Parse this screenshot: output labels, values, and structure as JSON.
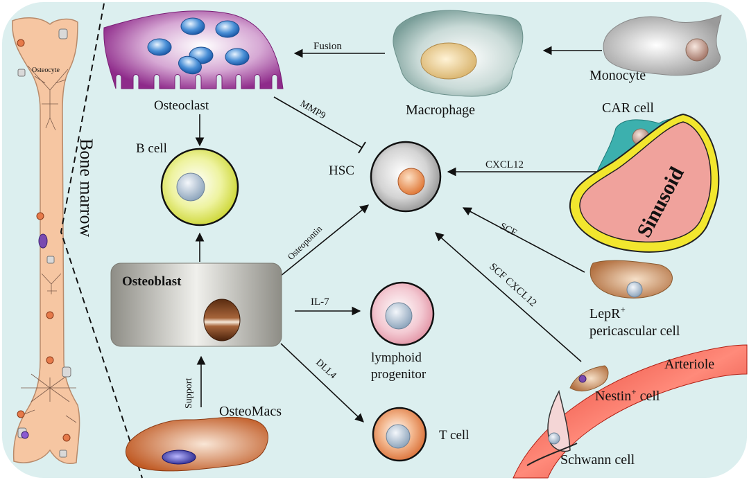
{
  "colors": {
    "panel": "#dcefef",
    "bone": "#f6c6a2",
    "osteoclast": "#a0389a",
    "osteoblast": "#b9b8b0",
    "bcell": "#d7e34a",
    "sinusoid": "#f0a29c",
    "sinusoid_rim": "#f2e62e",
    "car": "#3cb0ae",
    "arteriole": "#e0392e",
    "macrophage": "#8fb1ad"
  },
  "labels": {
    "osteocyte": "Osteocyte",
    "bone_marrow": "Bone marrow",
    "osteoclast": "Osteoclast",
    "fusion": "Fusion",
    "macrophage": "Macrophage",
    "monocyte": "Monocyte",
    "car_cell": "CAR cell",
    "mmp9": "MMP9",
    "b_cell": "B cell",
    "hsc": "HSC",
    "cxcl12": "CXCL12",
    "sinusoid": "Sinusoid",
    "osteopontin": "Osteopontin",
    "scf": "SCF",
    "scf_cxcl12": "SCF CXCL12",
    "osteoblast": "Osteoblast",
    "il7": "IL-7",
    "lymphoid_line1": "lymphoid",
    "lymphoid_line2": "progenitor",
    "lepr_base": "LepR",
    "lepr_sup": "+",
    "pericascular": "pericascular cell",
    "dll4": "DLL4",
    "support": "Support",
    "osteomacs": "OsteoMacs",
    "t_cell": "T cell",
    "arteriole": "Arteriole",
    "nestin_base": "Nestin",
    "nestin_sup": "+",
    "nestin_tail": " cell",
    "schwann": "Schwann cell"
  }
}
